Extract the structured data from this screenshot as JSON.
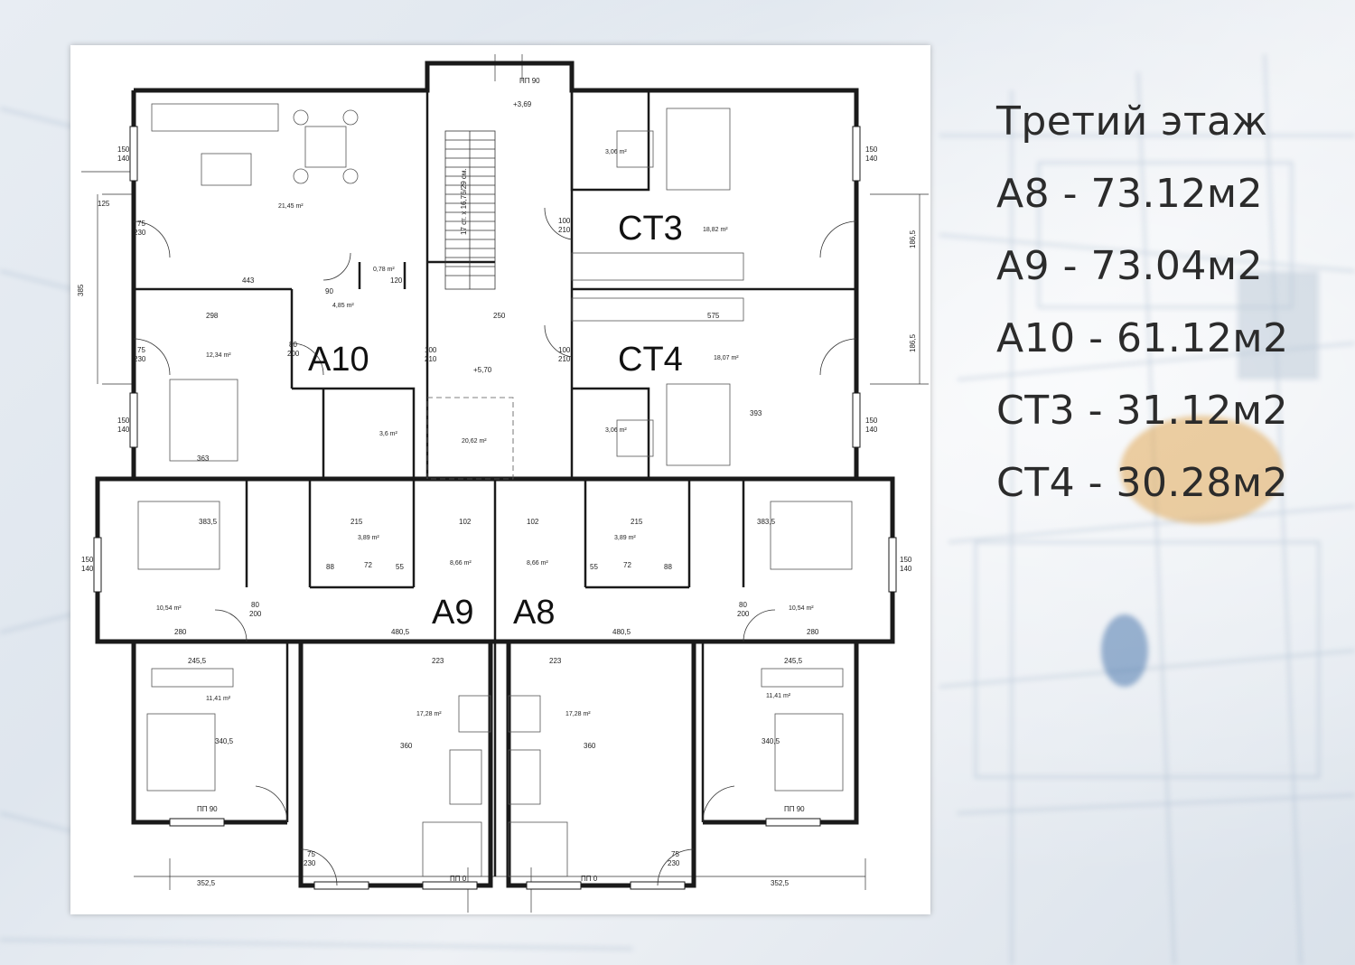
{
  "floor_title": "Третий этаж",
  "areas": [
    {
      "unit": "A8",
      "value": "73.12м2",
      "text": "A8 - 73.12м2"
    },
    {
      "unit": "A9",
      "value": "73.04м2",
      "text": "A9 - 73.04м2"
    },
    {
      "unit": "A10",
      "value": "61.12м2",
      "text": "A10 - 61.12м2"
    },
    {
      "unit": "CT3",
      "value": "31.12м2",
      "text": "CT3 - 31.12м2"
    },
    {
      "unit": "CT4",
      "value": "30.28м2",
      "text": "CT4 - 30.28м2"
    }
  ],
  "plan": {
    "unit_labels": {
      "a10": "A10",
      "ct3": "CT3",
      "ct4": "CT4",
      "a9": "A9",
      "a8": "A8"
    },
    "room_areas": {
      "living_a10": "21,45 m²",
      "wc_small": "0,78 m²",
      "hall_a10": "4,85 m²",
      "bed_a10": "12,34 m²",
      "bath_a10": "3,6 m²",
      "stair_hall": "20,62 m²",
      "bath_ct3": "3,06 m²",
      "ct3_room": "18,82 m²",
      "ct4_room": "18,07 m²",
      "bath_ct4": "3,06 m²",
      "bath_a9": "3,89 m²",
      "bath_a8": "3,89 m²",
      "hall_a9": "8,66 m²",
      "hall_a8": "8,66 m²",
      "bed_a9_top": "10,54 m²",
      "bed_a8_top": "10,54 m²",
      "bed_a9_bottom": "11,41 m²",
      "bed_a8_bottom": "11,41 m²",
      "living_a9": "17,28 m²",
      "living_a8": "17,28 m²"
    },
    "level_marks": {
      "top": "+3,69",
      "middle": "+5,70"
    },
    "stair_note": "17 ст. х 16,76/29 см.",
    "dims": {
      "d443": "443",
      "d298": "298",
      "d363": "363",
      "d250": "250",
      "d120": "120",
      "d383": "383,5",
      "d480": "480,5",
      "d280": "280",
      "d245": "245,5",
      "d340": "340,5",
      "d352": "352,5",
      "d360": "360",
      "d393": "393",
      "d575": "575",
      "d385": "385",
      "d186": "186,5",
      "d215": "215",
      "d223": "223",
      "d102": "102",
      "d125": "125",
      "d150": "150",
      "d140": "140",
      "d75": "75",
      "d230": "230",
      "d100": "100",
      "d210": "210",
      "d80": "80",
      "d200": "200",
      "d90": "90",
      "d72": "72",
      "d88": "88",
      "d55": "55",
      "pp90": "ПП 90",
      "pp0": "ПП 0"
    }
  }
}
